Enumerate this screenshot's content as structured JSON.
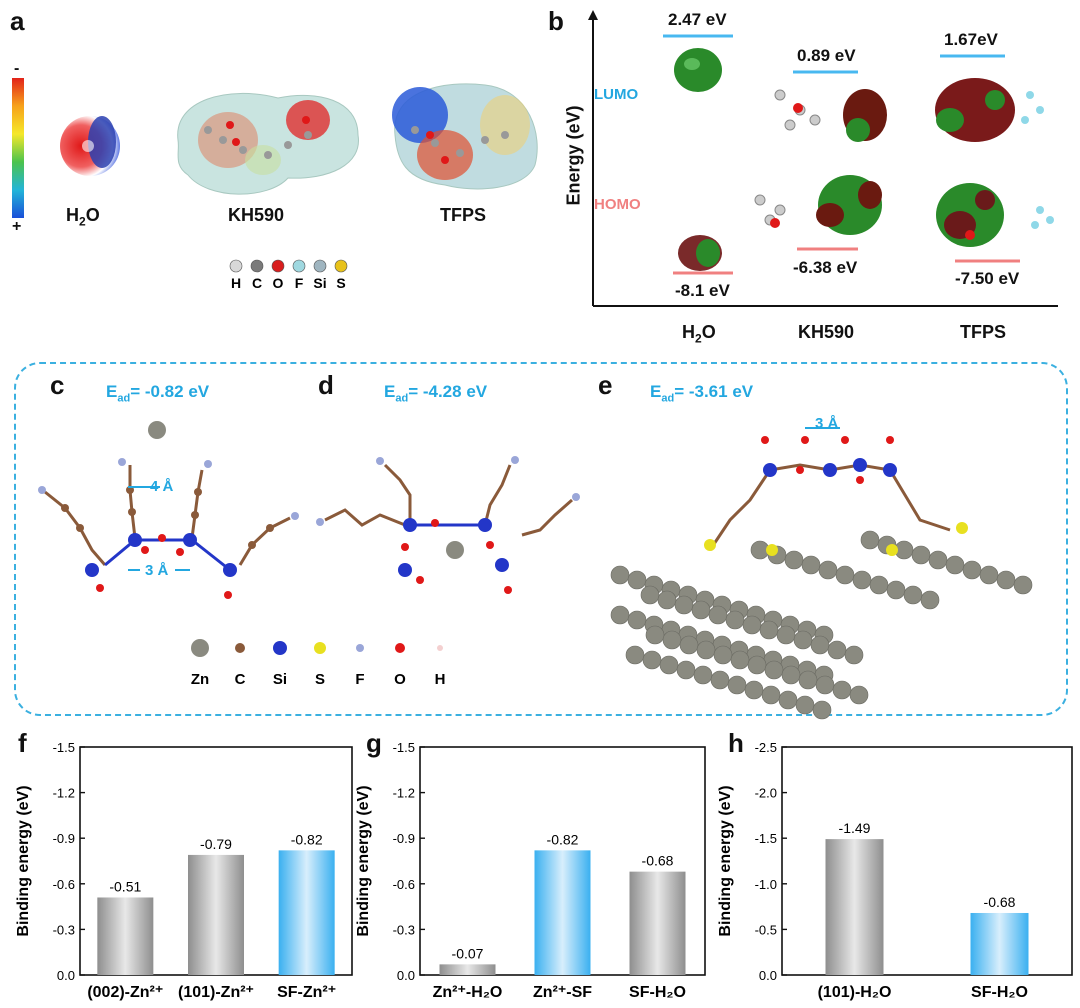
{
  "panels": {
    "a": {
      "label": "a",
      "scale_minus": "-",
      "scale_plus": "+",
      "molecules": [
        "H2O",
        "KH590",
        "TFPS"
      ],
      "legend_elements": [
        {
          "symbol": "H",
          "color": "#d8d8d8"
        },
        {
          "symbol": "C",
          "color": "#7a7a7a"
        },
        {
          "symbol": "O",
          "color": "#d81e1e"
        },
        {
          "symbol": "F",
          "color": "#9fd8e0"
        },
        {
          "symbol": "Si",
          "color": "#9fb5c0"
        },
        {
          "symbol": "S",
          "color": "#e8c21a"
        }
      ]
    },
    "b": {
      "label": "b",
      "ylabel": "Energy (eV)",
      "lumo_label": "LUMO",
      "homo_label": "HOMO",
      "lumo_values": [
        "2.47 eV",
        "0.89 eV",
        "1.67eV"
      ],
      "homo_values": [
        "-8.1 eV",
        "-6.38 eV",
        "-7.50 eV"
      ],
      "molecules": [
        "H2O",
        "KH590",
        "TFPS"
      ]
    },
    "c": {
      "label": "c",
      "ead": "-0.82 eV",
      "dist1": "4 Å",
      "dist2": "3 Å"
    },
    "d": {
      "label": "d",
      "ead": "-4.28 eV"
    },
    "e": {
      "label": "e",
      "ead": "-3.61 eV",
      "dist": "3 Å"
    },
    "atom_legend": [
      {
        "symbol": "Zn",
        "color": "#8a8a80"
      },
      {
        "symbol": "C",
        "color": "#8a5a3a"
      },
      {
        "symbol": "Si",
        "color": "#2336c8"
      },
      {
        "symbol": "S",
        "color": "#e8e020"
      },
      {
        "symbol": "F",
        "color": "#9aa6d8"
      },
      {
        "symbol": "O",
        "color": "#e01818"
      },
      {
        "symbol": "H",
        "color": "#f4d0d0"
      }
    ]
  },
  "ead_prefix": "E",
  "ead_sub": "ad",
  "chart_data": [
    {
      "panel": "f",
      "type": "bar",
      "ylabel": "Binding energy (eV)",
      "categories": [
        "(002)-Zn²⁺",
        "(101)-Zn²⁺",
        "SF-Zn²⁺"
      ],
      "values": [
        -0.51,
        -0.79,
        -0.82
      ],
      "value_labels": [
        "-0.51",
        "-0.79",
        "-0.82"
      ],
      "colors": [
        "gray",
        "gray",
        "blue"
      ],
      "ylim": [
        0,
        -1.5
      ],
      "ticks": [
        "0.0",
        "-0.3",
        "-0.6",
        "-0.9",
        "-1.2",
        "-1.5"
      ]
    },
    {
      "panel": "g",
      "type": "bar",
      "ylabel": "Binding energy (eV)",
      "categories": [
        "Zn²⁺-H₂O",
        "Zn²⁺-SF",
        "SF-H₂O"
      ],
      "values": [
        -0.07,
        -0.82,
        -0.68
      ],
      "value_labels": [
        "-0.07",
        "-0.82",
        "-0.68"
      ],
      "colors": [
        "gray",
        "blue",
        "gray"
      ],
      "ylim": [
        0,
        -1.5
      ],
      "ticks": [
        "0.0",
        "-0.3",
        "-0.6",
        "-0.9",
        "-1.2",
        "-1.5"
      ]
    },
    {
      "panel": "h",
      "type": "bar",
      "ylabel": "Binding energy (eV)",
      "categories": [
        "(101)-H₂O",
        "SF-H₂O"
      ],
      "values": [
        -1.49,
        -0.68
      ],
      "value_labels": [
        "-1.49",
        "-0.68"
      ],
      "colors": [
        "gray",
        "blue"
      ],
      "ylim": [
        0,
        -2.5
      ],
      "ticks": [
        "0.0",
        "-0.5",
        "-1.0",
        "-1.5",
        "-2.0",
        "-2.5"
      ]
    }
  ]
}
